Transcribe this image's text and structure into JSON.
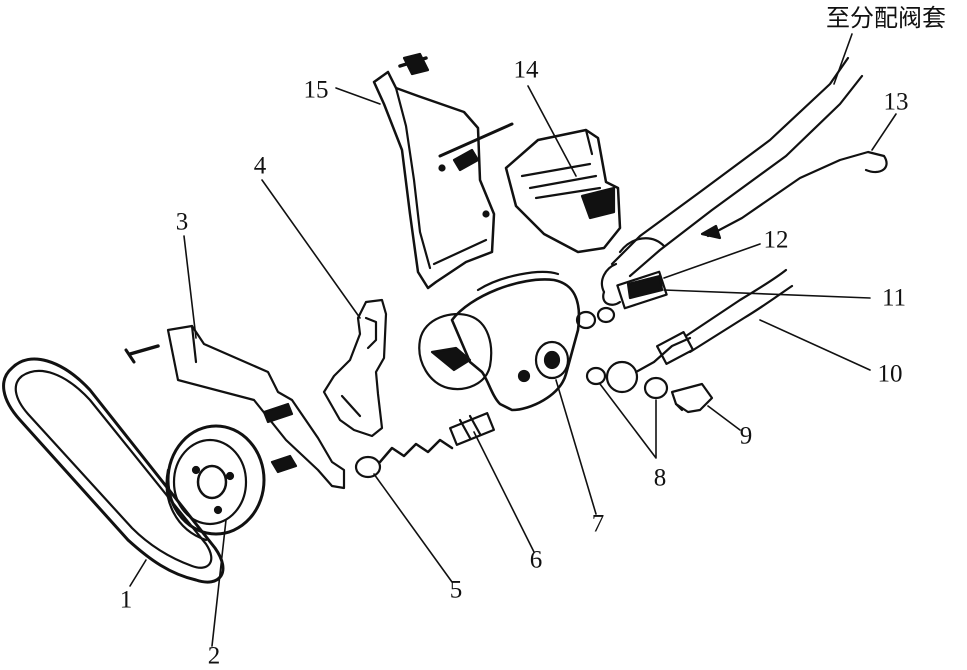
{
  "diagram": {
    "callouts": [
      {
        "id": "1",
        "label": "1"
      },
      {
        "id": "2",
        "label": "2"
      },
      {
        "id": "3",
        "label": "3"
      },
      {
        "id": "4",
        "label": "4"
      },
      {
        "id": "5",
        "label": "5"
      },
      {
        "id": "6",
        "label": "6"
      },
      {
        "id": "7",
        "label": "7"
      },
      {
        "id": "8",
        "label": "8"
      },
      {
        "id": "9",
        "label": "9"
      },
      {
        "id": "10",
        "label": "10"
      },
      {
        "id": "11",
        "label": "11"
      },
      {
        "id": "12",
        "label": "12"
      },
      {
        "id": "13",
        "label": "13"
      },
      {
        "id": "14",
        "label": "14"
      },
      {
        "id": "15",
        "label": "15"
      }
    ],
    "destination_label": "至分配阀套"
  }
}
